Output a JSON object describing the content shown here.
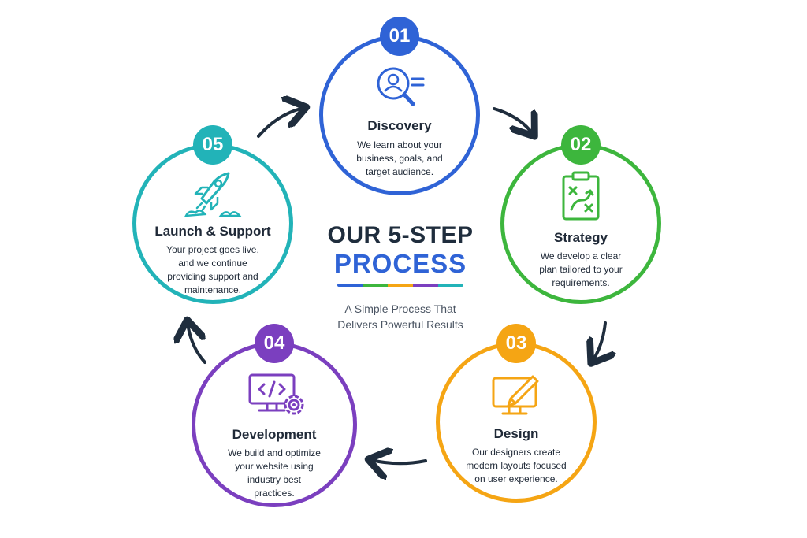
{
  "center": {
    "title_line1": "OUR 5-STEP",
    "title_line2": "PROCESS",
    "subtitle_line1": "A Simple Process That",
    "subtitle_line2": "Delivers Powerful Results"
  },
  "colors": {
    "discovery": "#2f63d6",
    "strategy": "#3db63d",
    "design": "#f5a514",
    "development": "#7b3fbf",
    "launch": "#22b3b8"
  },
  "steps": [
    {
      "number": "01",
      "title": "Discovery",
      "icon": "user-search-icon",
      "desc": [
        "We learn about your",
        "business, goals, and",
        "target audience."
      ]
    },
    {
      "number": "02",
      "title": "Strategy",
      "icon": "strategy-clipboard-icon",
      "desc": [
        "We develop a clear",
        "plan tailored to your",
        "requirements."
      ]
    },
    {
      "number": "03",
      "title": "Design",
      "icon": "monitor-pen-icon",
      "desc": [
        "Our designers create",
        "modern layouts focused",
        "on user experience."
      ]
    },
    {
      "number": "04",
      "title": "Development",
      "icon": "code-monitor-gear-icon",
      "desc": [
        "We build and optimize",
        "your website using",
        "industry best",
        "practices."
      ]
    },
    {
      "number": "05",
      "title": "Launch & Support",
      "icon": "rocket-icon",
      "desc": [
        "Your project goes live,",
        "and we continue",
        "providing support and",
        "maintenance."
      ]
    }
  ]
}
